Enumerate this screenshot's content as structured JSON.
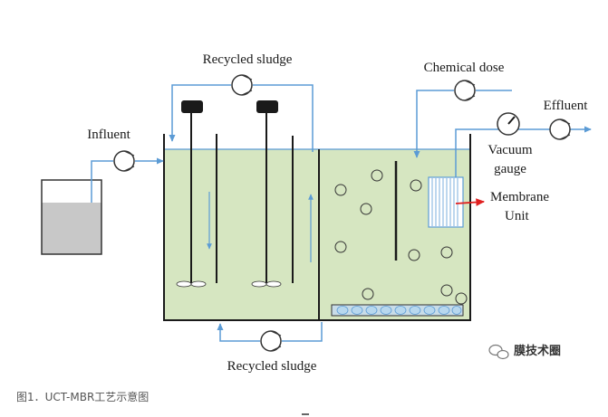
{
  "labels": {
    "recycled_sludge_top": "Recycled sludge",
    "recycled_sludge_bottom": "Recycled sludge",
    "influent": "Influent",
    "chemical_dose": "Chemical dose",
    "effluent": "Effluent",
    "vacuum_gauge_line1": "Vacuum",
    "vacuum_gauge_line2": "gauge",
    "membrane_unit_line1": "Membrane",
    "membrane_unit_line2": "Unit"
  },
  "caption": "图1．UCT-MBR工艺示意图",
  "watermark": "膜技术圈",
  "colors": {
    "pipe": "#5b9bd5",
    "water": "#d6e6c1",
    "arrow_red": "#e02020",
    "aerator": "#b8d8ee"
  },
  "icons": [
    "pump-icon",
    "mixer-icon",
    "pressure-gauge-icon",
    "membrane-module-icon",
    "aerator-icon",
    "wechat-icon"
  ]
}
